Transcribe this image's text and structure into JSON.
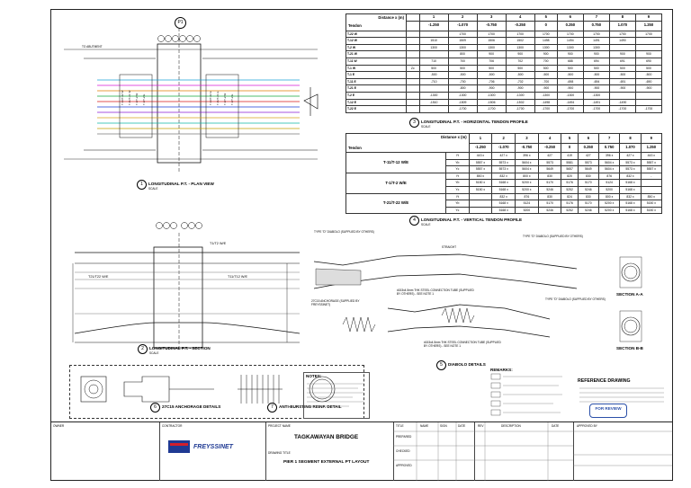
{
  "pier_marker": "P1",
  "views": {
    "plan": {
      "num": "1",
      "title": "LONGITUDINAL P.T. - PLAN VIEW",
      "scale": "SCALE"
    },
    "section": {
      "num": "2",
      "title": "LONGITUDINAL P.T. - SECTION",
      "scale": "SCALE"
    },
    "horiz": {
      "num": "3",
      "title": "LONGITUDINAL P.T. - HORIZONTAL TENDON PROFILE",
      "scale": "SCALE"
    },
    "vert": {
      "num": "4",
      "title": "LONGITUDINAL P.T. - VERTICAL TENDON PROFILE",
      "scale": "SCALE"
    },
    "diabolo": {
      "num": "5",
      "title": "DIABOLO DETAILS"
    },
    "anchorage": {
      "num": "6",
      "title": "27C15 ANCHORAGE DETAILS"
    },
    "antiburst": {
      "num": "7",
      "title": "ANTI-BURSTING REINF. DETAIL"
    }
  },
  "plan_abutment_label": "TO ABUTMENT",
  "section_labels": {
    "left": "T21/T22 W/E",
    "right": "T11/T12 W/E",
    "top": "T1/T2 W/E"
  },
  "horizontal_table": {
    "distance_label": "Distance x (m)",
    "tendon_label": "Tendon",
    "col_index": [
      "1",
      "2",
      "3",
      "4",
      "5",
      "6",
      "7",
      "8",
      "9"
    ],
    "x_values": [
      "-1.250",
      "-1.070",
      "-0.750",
      "-0.250",
      "0",
      "0.250",
      "0.750",
      "1.070",
      "1.250"
    ],
    "z_label": "Zc",
    "rows": [
      {
        "name": "T-22 W",
        "v": [
          "",
          "1700",
          "1700",
          "1700",
          "1700",
          "1700",
          "1700",
          "1700",
          "1700"
        ]
      },
      {
        "name": "T-12 W",
        "v": [
          "1510",
          "1509",
          "1506",
          "1502",
          "1498",
          "1494",
          "1491",
          "1490",
          ""
        ]
      },
      {
        "name": "T-2 W",
        "v": [
          "1300",
          "1300",
          "1300",
          "1300",
          "1300",
          "1300",
          "1300",
          "",
          ""
        ]
      },
      {
        "name": "T-21 W",
        "v": [
          "",
          "800",
          "900",
          "900",
          "900",
          "900",
          "900",
          "900",
          "900"
        ]
      },
      {
        "name": "T-11 W",
        "v": [
          "710",
          "700",
          "706",
          "702",
          "700",
          "688",
          "694",
          "691",
          "690"
        ]
      },
      {
        "name": "T-1 W",
        "v": [
          "500",
          "500",
          "500",
          "500",
          "500",
          "500",
          "500",
          "500",
          "500"
        ]
      },
      {
        "name": "T-1 E",
        "v": [
          "-500",
          "-500",
          "-500",
          "-500",
          "-500",
          "-500",
          "-500",
          "-500",
          "-500"
        ]
      },
      {
        "name": "T-11 E",
        "v": [
          "-710",
          "-700",
          "-706",
          "-702",
          "-700",
          "-698",
          "-694",
          "-691",
          "-690"
        ]
      },
      {
        "name": "T-21 E",
        "v": [
          "",
          "-800",
          "-900",
          "-900",
          "-900",
          "-900",
          "-900",
          "-900",
          "-900"
        ]
      },
      {
        "name": "T-2 E",
        "v": [
          "-1300",
          "-1300",
          "-1300",
          "-1300",
          "-1300",
          "-1300",
          "-1300",
          "",
          ""
        ]
      },
      {
        "name": "T-12 E",
        "v": [
          "-1510",
          "-1509",
          "-1506",
          "-1502",
          "-1498",
          "-1494",
          "-1491",
          "-1490",
          ""
        ]
      },
      {
        "name": "T-22 E",
        "v": [
          "",
          "-1700",
          "-1700",
          "-1700",
          "-1700",
          "-1700",
          "-1700",
          "-1700",
          "-1700"
        ]
      }
    ]
  },
  "vertical_table": {
    "distance_label": "Distance x (m)",
    "tendon_label": "Tendon",
    "col_index": [
      "1",
      "2",
      "3",
      "4",
      "5",
      "6",
      "7",
      "8",
      "9"
    ],
    "x_values": [
      "-1.250",
      "-1.070",
      "-0.750",
      "-0.250",
      "0",
      "0.250",
      "0.750",
      "1.070",
      "1.250"
    ],
    "groups": [
      {
        "name": "T-11/T-12 W/E",
        "rows": [
          {
            "k": "Yt",
            "v": [
              "443 x",
              "427 x",
              "396 x",
              "427",
              "419",
              "427",
              "396 x",
              "427 x",
              "443 x"
            ]
          },
          {
            "k": "Yb",
            "v": [
              "5557 x",
              "5573 x",
              "5604 x",
              "5573",
              "5581",
              "5573",
              "5604 x",
              "5573 x",
              "5557 x"
            ]
          },
          {
            "k": "Yc",
            "v": [
              "5557 x",
              "5573 x",
              "5604 x",
              "5649",
              "5657",
              "5649",
              "5604 x",
              "5573 x",
              "5557 x"
            ]
          }
        ]
      },
      {
        "name": "T-1/T-2 W/E",
        "rows": [
          {
            "k": "Yt",
            "v": [
              "850 x",
              "832 x",
              "800 x",
              "830",
              "820",
              "830",
              "876",
              "832 x",
              "-"
            ]
          },
          {
            "k": "Yb",
            "v": [
              "5150 x",
              "5168 x",
              "5200 x",
              "5170",
              "5176",
              "5170",
              "5124",
              "5168 x",
              ""
            ]
          },
          {
            "k": "Yc",
            "v": [
              "5150 x",
              "5168 x",
              "5200 x",
              "5246",
              "5252",
              "5246",
              "5200",
              "5168 x",
              ""
            ]
          }
        ]
      },
      {
        "name": "T-21/T-22 W/E",
        "rows": [
          {
            "k": "Yt",
            "v": [
              "",
              "832 x",
              "876",
              "830",
              "824",
              "830",
              "800 x",
              "832 x",
              "850 x"
            ]
          },
          {
            "k": "Yb",
            "v": [
              "",
              "5168 x",
              "5124",
              "5170",
              "5176",
              "5170",
              "5200 x",
              "5168 x",
              "5150 x"
            ]
          },
          {
            "k": "Yc",
            "v": [
              "",
              "5168 x",
              "5200",
              "5246",
              "5252",
              "5246",
              "5200 x",
              "5168 x",
              "5150 x"
            ]
          }
        ]
      }
    ]
  },
  "diabolo_notes": {
    "n1": "TYPE \"D\" DIABOLO (SUPPLIED BY OTHERS)",
    "n2": "TYPE \"D\" DIABOLO (SUPPLIED BY OTHERS)",
    "n3": "#153x4.5mm THK STEEL CONNECTION TUBE (SUPPLIED BY OTHERS) - SEE NOTE 1",
    "n4": "27C15 ANCHORAGE (SUPPLIED BY FREYSSINET)",
    "n5": "TYPE \"D\" DIABOLO (SUPPLIED BY OTHERS)",
    "n6": "#153x4.5mm THK STEEL CONNECTION TUBE (SUPPLIED BY OTHERS) - SEE NOTE 1",
    "straight": "STRAIGHT",
    "sec_a": "SECTION A-A",
    "sec_b": "SECTION B-B"
  },
  "notes_title": "NOTES:",
  "remarks_title": "REMARKS:",
  "reference_title": "REFERENCE DRAWING",
  "for_review": "FOR REVIEW",
  "title_block": {
    "contractor_label": "CONTRACTOR",
    "owner_label": "OWNER",
    "company": "FREYSSINET",
    "project_name_label": "PROJECT NAME",
    "project_name": "TAGKAWAYAN BRIDGE",
    "drawing_title_label": "DRAWING TITLE",
    "drawing_title": "PIER 1 SEGMENT EXTERNAL PT LAYOUT",
    "rows": [
      "PREPARED",
      "CHECKED",
      "APPROVED"
    ],
    "cols": [
      "TITLE",
      "NAME",
      "SIGN",
      "DATE",
      "REV",
      "DESCRIPTION",
      "DATE",
      "APPROVED BY"
    ]
  }
}
